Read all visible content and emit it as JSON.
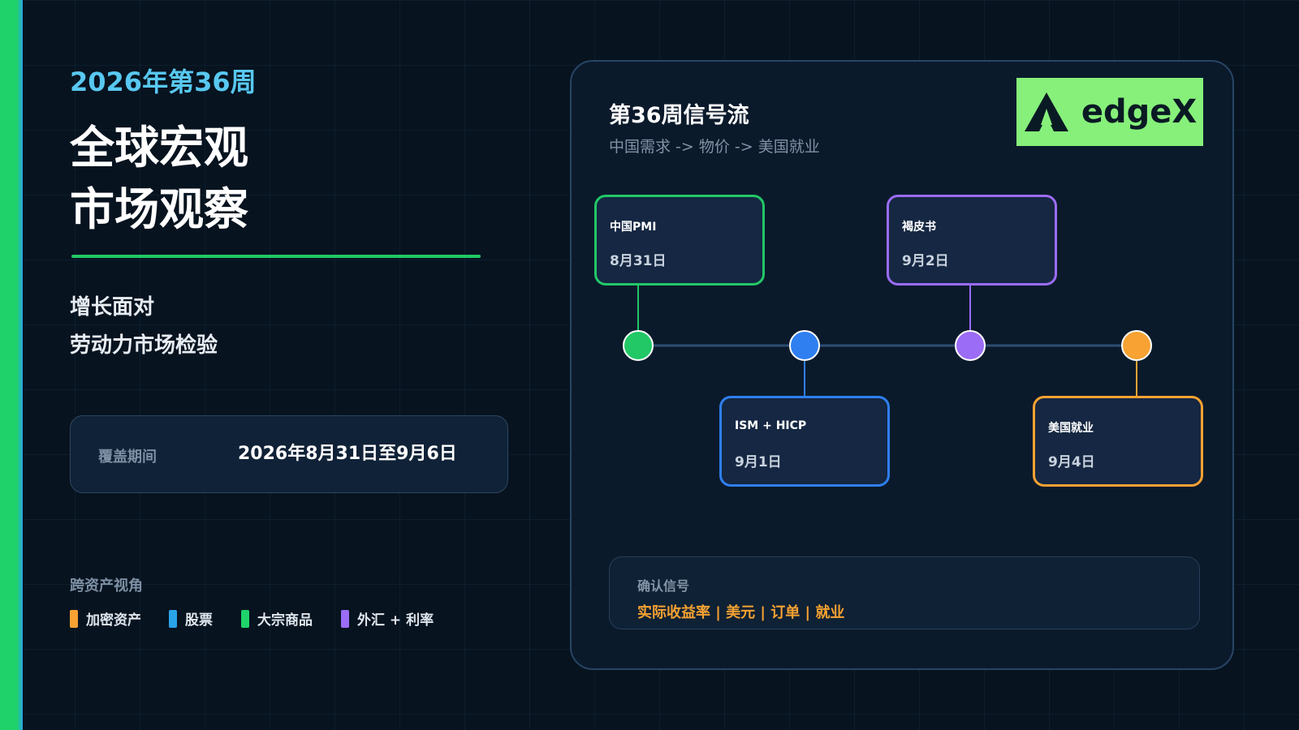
{
  "week_label": "2026年第36周",
  "title": {
    "line1": "全球宏观",
    "line2": "市场观察"
  },
  "subtitle": {
    "line1": "增长面对",
    "line2": "劳动力市场检验"
  },
  "period": {
    "label": "覆盖期间",
    "value": "2026年8月31日至9月6日"
  },
  "cross_asset": {
    "label": "跨资产视角",
    "items": [
      {
        "label": "加密资产",
        "color": "#f7a232"
      },
      {
        "label": "股票",
        "color": "#2aa4e8"
      },
      {
        "label": "大宗商品",
        "color": "#1fd36a"
      },
      {
        "label": "外汇 + 利率",
        "color": "#9b6cf5"
      }
    ]
  },
  "panel": {
    "title": "第36周信号流",
    "subtitle": "中国需求 -> 物价 -> 美国就业",
    "logo_text": "edgeX",
    "logo_icon": "edgex-triangle-icon",
    "events": [
      {
        "name": "中国PMI",
        "date": "8月31日",
        "color": "#22c766",
        "position": "above"
      },
      {
        "name": "ISM + HICP",
        "date": "9月1日",
        "color": "#2f7ff0",
        "position": "below"
      },
      {
        "name": "褐皮书",
        "date": "9月2日",
        "color": "#9b6cf5",
        "position": "above"
      },
      {
        "name": "美国就业",
        "date": "9月4日",
        "color": "#f7a232",
        "position": "below"
      }
    ],
    "confirm": {
      "label": "确认信号",
      "value": "实际收益率 | 美元 | 订单 | 就业"
    },
    "line_color": "#2c4e72"
  }
}
